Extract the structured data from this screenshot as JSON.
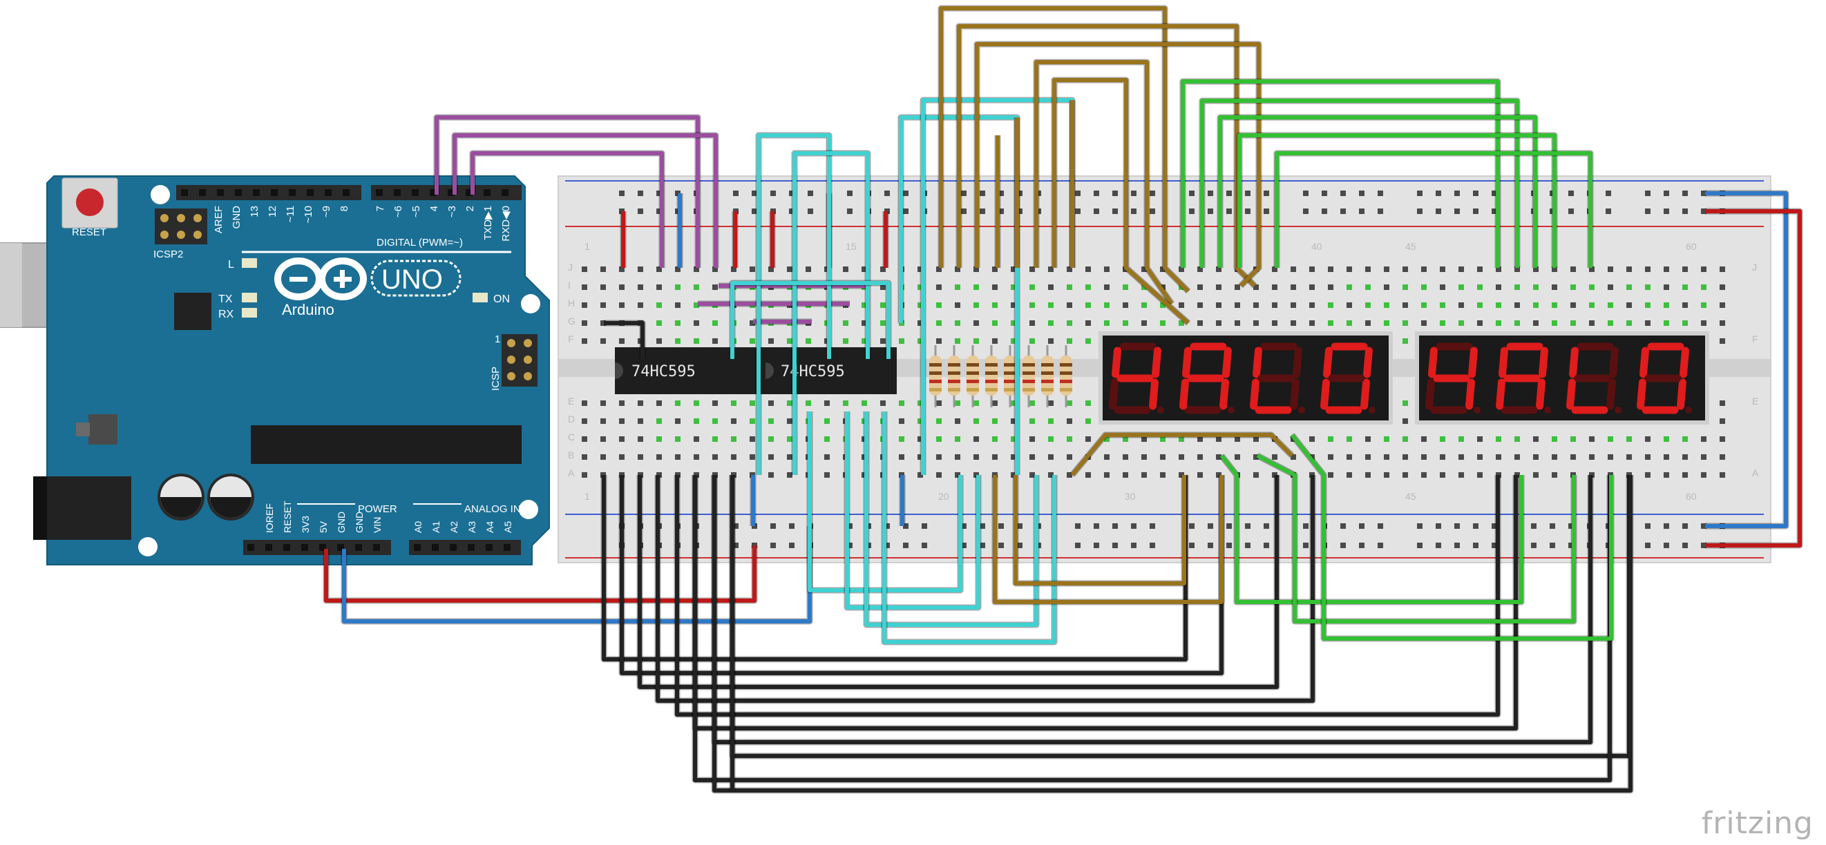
{
  "brand": "fritzing",
  "arduino": {
    "reset_label": "RESET",
    "icsp2_label": "ICSP2",
    "icsp_label": "ICSP",
    "icsp_pin1": "1",
    "header_top_left": [
      "AREF",
      "GND",
      "13",
      "12",
      "~11",
      "~10",
      "~9",
      "8"
    ],
    "header_top_right": [
      "7",
      "~6",
      "~5",
      "4",
      "~3",
      "2",
      "TXD▶1",
      "RXD◀0"
    ],
    "digital_label": "DIGITAL (PWM=~)",
    "led_l": "L",
    "led_tx": "TX",
    "led_rx": "RX",
    "led_on": "ON",
    "model": "UNO",
    "brand": "Arduino",
    "power_label": "POWER",
    "power_pins": [
      "IOREF",
      "RESET",
      "3V3",
      "5V",
      "GND",
      "GND",
      "VIN"
    ],
    "analog_label": "ANALOG IN",
    "analog_pins": [
      "A0",
      "A1",
      "A2",
      "A3",
      "A4",
      "A5"
    ]
  },
  "breadboard": {
    "row_letters_top": [
      "J",
      "I",
      "H",
      "G",
      "F"
    ],
    "row_letters_bottom": [
      "E",
      "D",
      "C",
      "B",
      "A"
    ],
    "column_numbers_top": [
      "1",
      "15",
      "40",
      "45",
      "60"
    ],
    "column_numbers_bottom": [
      "1",
      "20",
      "30",
      "45",
      "60"
    ]
  },
  "chips": [
    {
      "label": "74HC595"
    },
    {
      "label": "74HC595"
    }
  ],
  "displays": [
    {
      "digits": "4 segment display",
      "count": 4
    },
    {
      "digits": "4 segment display",
      "count": 4
    }
  ],
  "resistor_count": 8,
  "colors": {
    "arduino_board": "#1b6f94",
    "breadboard": "#e2e2e2",
    "wire_purple": "#9b4da0",
    "wire_cyan": "#3fd2d2",
    "wire_gold": "#9a741c",
    "wire_green": "#33c033",
    "wire_black": "#222222",
    "wire_red": "#c01818",
    "wire_blue": "#2e79c8",
    "segment_on": "#e01c1c",
    "segment_off": "#5a1010"
  }
}
